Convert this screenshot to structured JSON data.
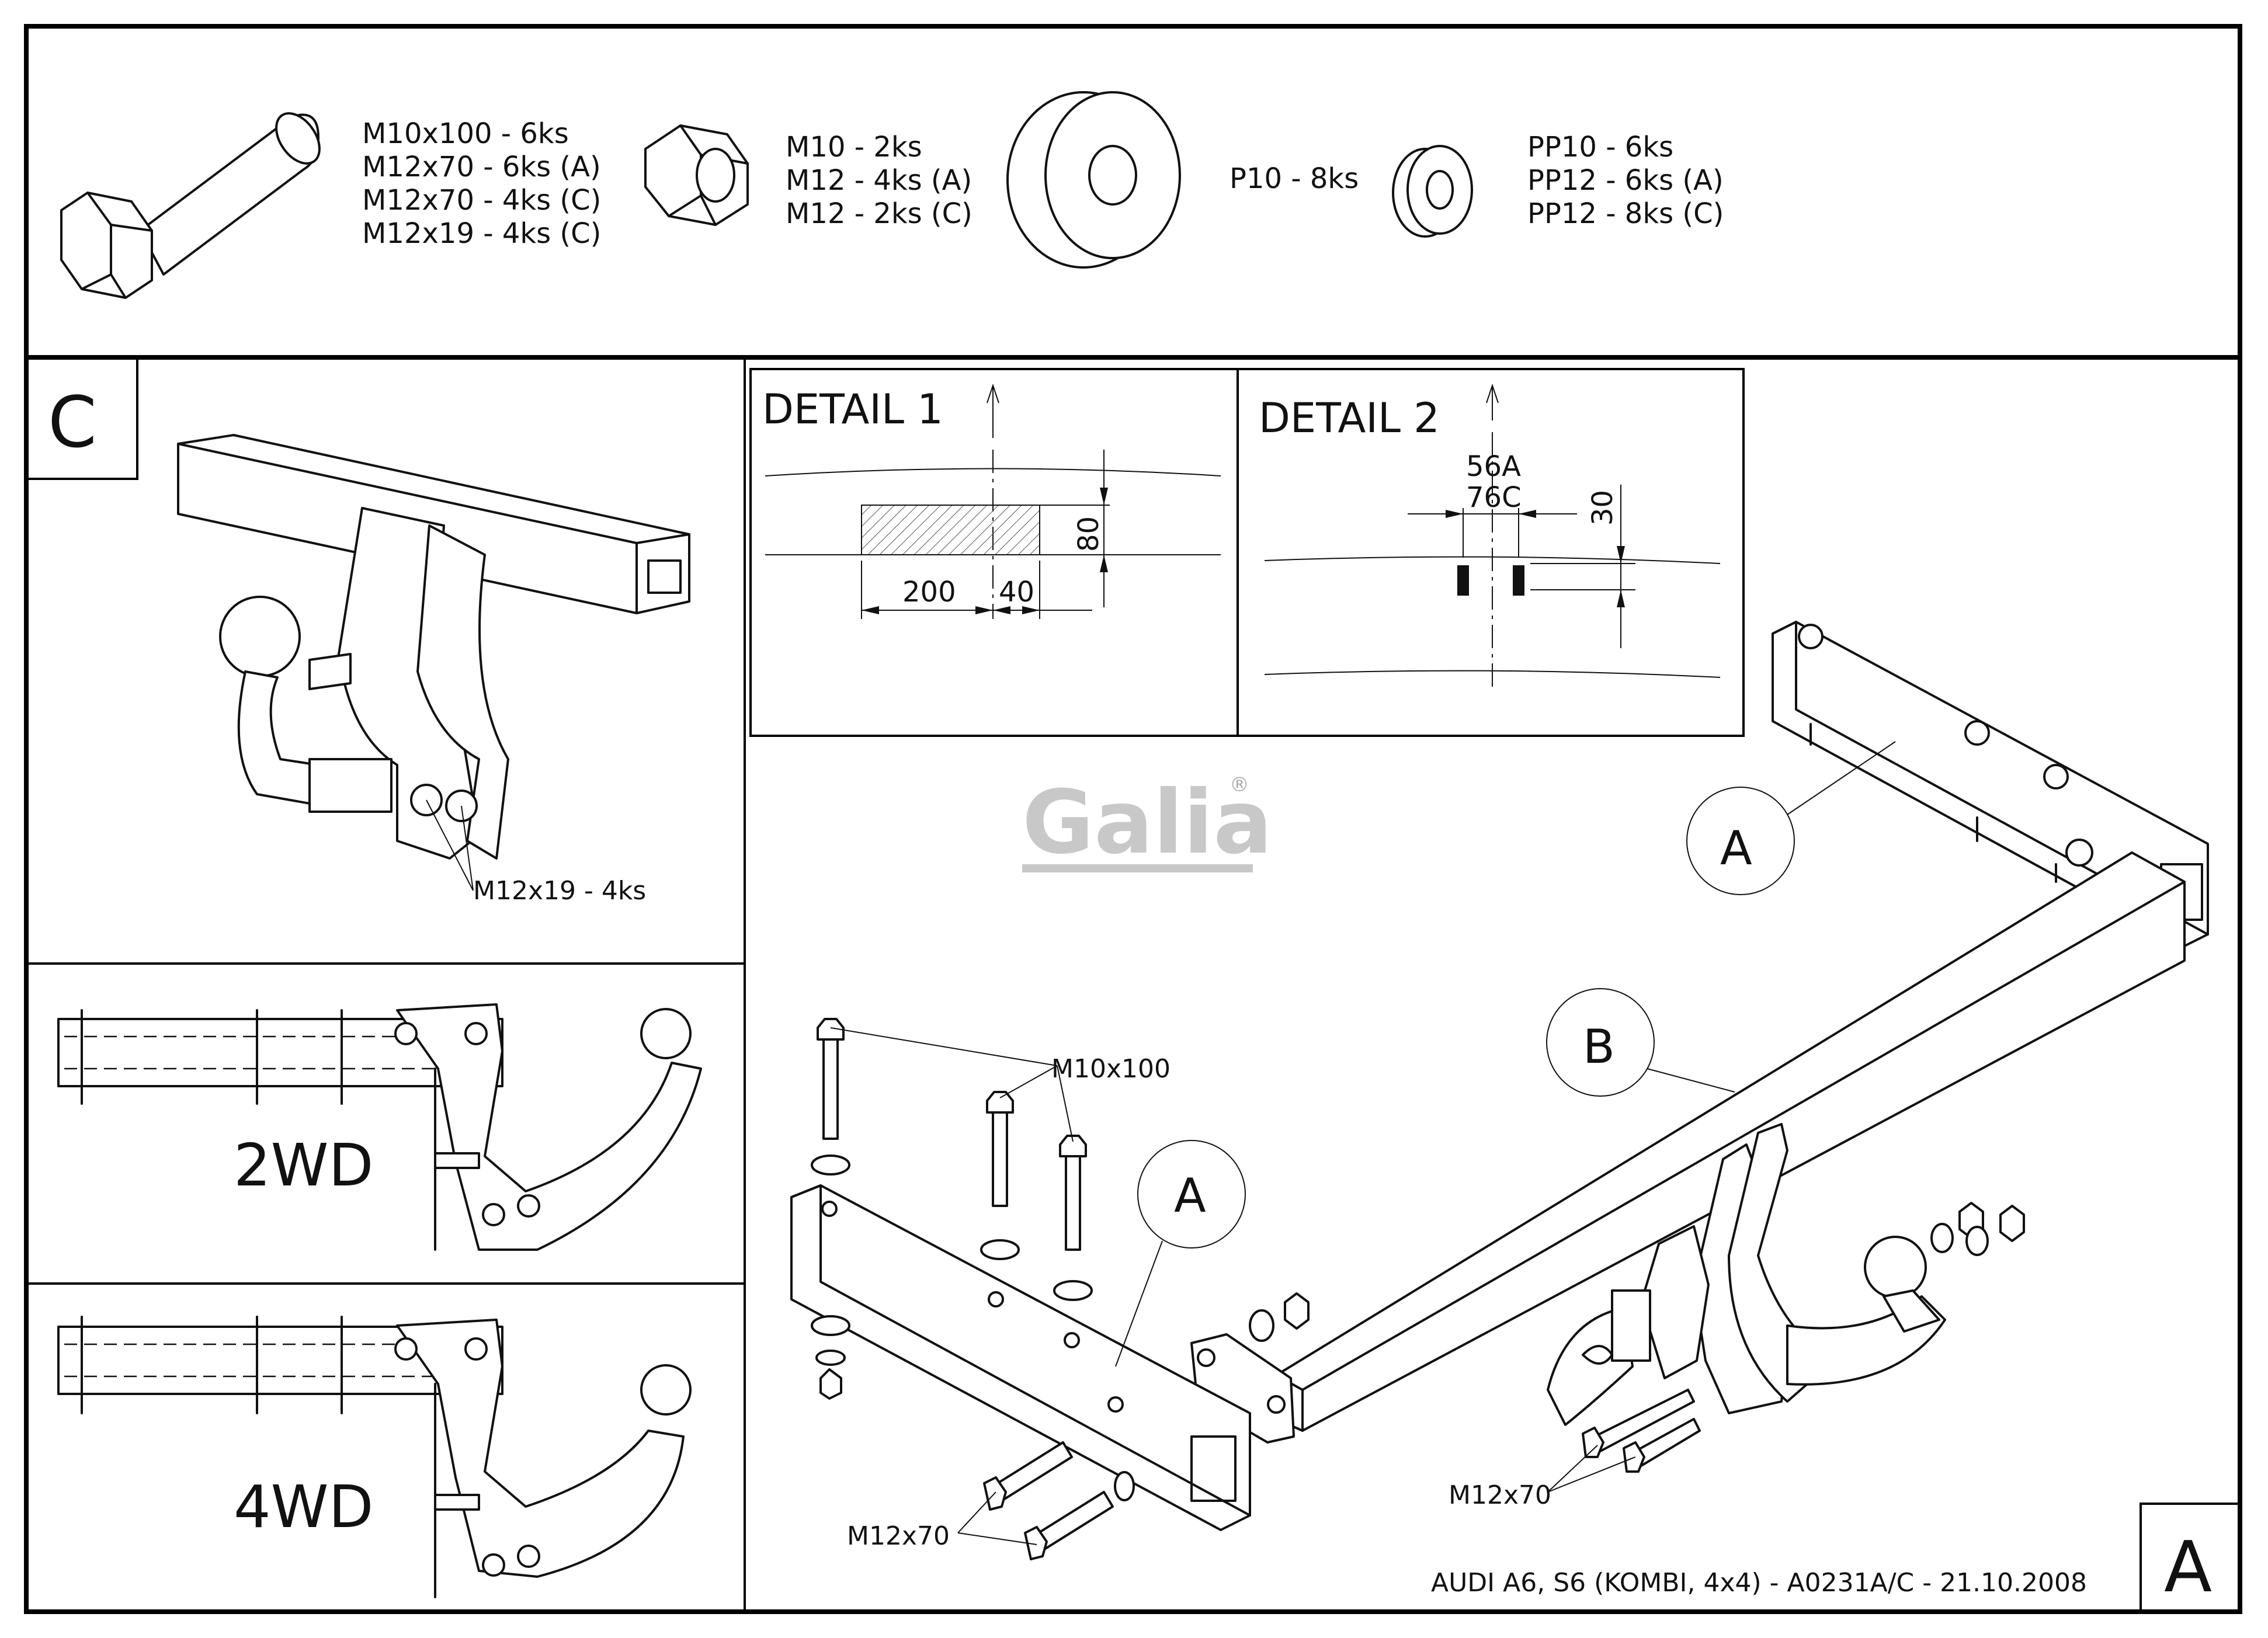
{
  "parts_list": {
    "bolt": [
      "M10x100 - 6ks",
      "M12x70 - 6ks (A)",
      "M12x70 - 4ks (C)",
      "M12x19 - 4ks (C)"
    ],
    "nut": [
      "M10 - 2ks",
      "M12 - 4ks (A)",
      "M12 - 2ks (C)"
    ],
    "washer_large": [
      "P10 - 8ks"
    ],
    "washer_spring": [
      "PP10 - 6ks",
      "PP12 - 6ks (A)",
      "PP12 - 8ks (C)"
    ]
  },
  "variant_c": {
    "letter": "C",
    "bolt_label": "M12x19 - 4ks"
  },
  "variants": {
    "twd": "2WD",
    "fwd": "4WD"
  },
  "detail1": {
    "title": "DETAIL 1",
    "dim_height": "80",
    "dim_width_a": "200",
    "dim_width_b": "40"
  },
  "detail2": {
    "title": "DETAIL 2",
    "dim_a": "56A",
    "dim_c": "76C",
    "dim_height": "30"
  },
  "assembly": {
    "callout_a": "A",
    "callout_b": "B",
    "bolt_m10x100": "M10x100",
    "bolt_m12x70": "M12x70"
  },
  "brand": {
    "logo": "Galia",
    "registered": "®",
    "colors": {
      "logo": "#c8c8c8"
    }
  },
  "footer": {
    "caption": "AUDI A6, S6 (KOMBI, 4x4) - A0231A/C - 21.10.2008",
    "sheet_letter": "A"
  }
}
